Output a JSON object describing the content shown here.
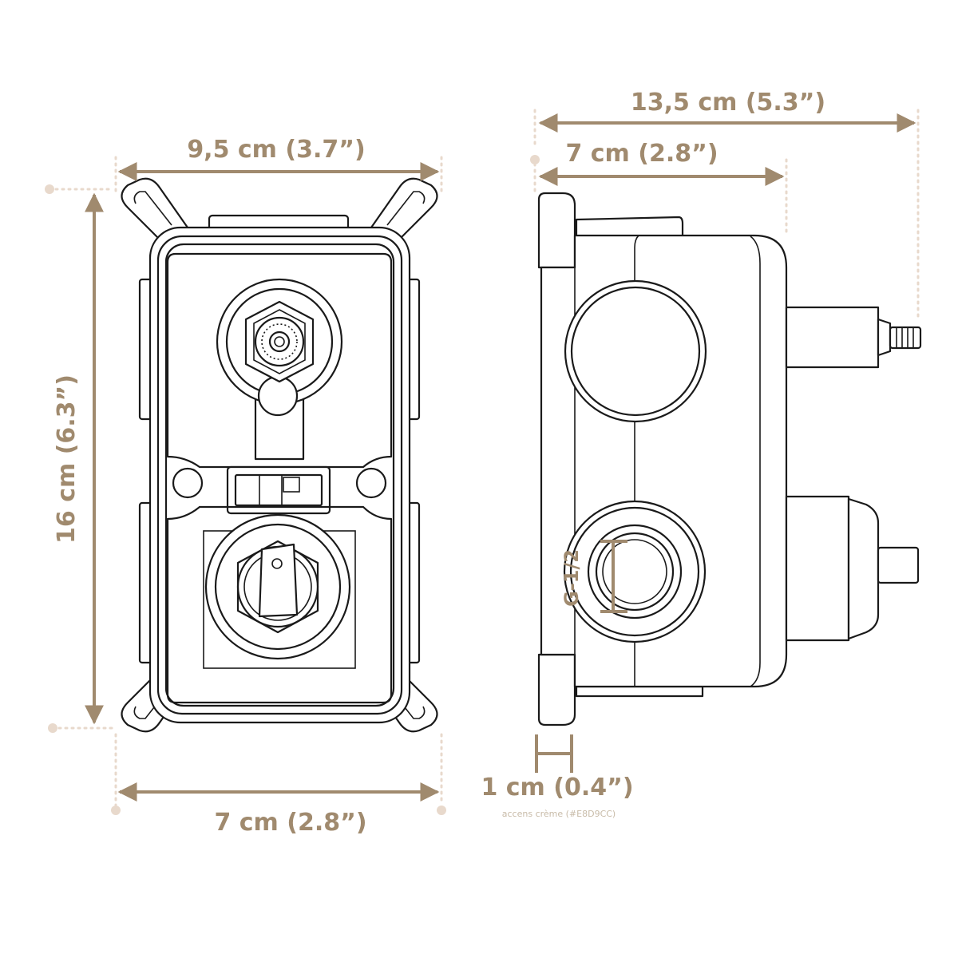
{
  "dimensions": {
    "front_top_width": "9,5 cm (3.7”)",
    "front_height": "16 cm (6.3”)",
    "front_bottom_width": "7 cm (2.8”)",
    "side_total_depth": "13,5 cm (5.3”)",
    "side_body_depth": "7 cm (2.8”)",
    "side_flange_depth": "1 cm (0.4”)"
  },
  "labels": {
    "thread": "G-1/2",
    "accent_note": "accens crème (#E8D9CC)"
  },
  "colors": {
    "dimension": "#A08A6E",
    "accent": "#E8D9CC",
    "line": "#1a1a1a"
  }
}
